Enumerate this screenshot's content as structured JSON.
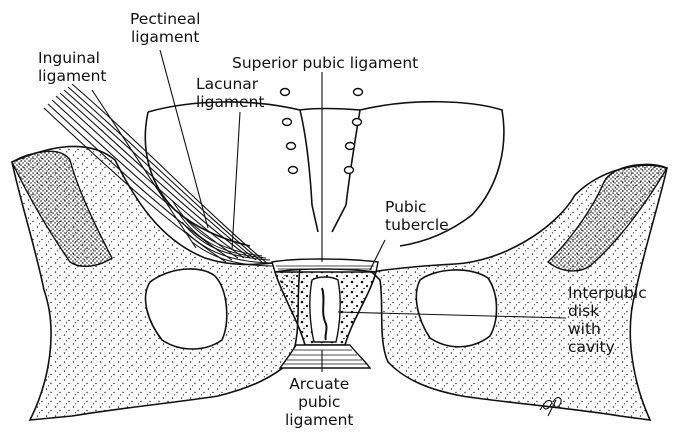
{
  "labels": {
    "pectineal": [
      "Pectineal",
      "ligament"
    ],
    "inguinal": [
      "Inguinal",
      "ligament"
    ],
    "lacunar": [
      "Lacunar",
      "ligament"
    ],
    "superior_pubic": "Superior pubic ligament",
    "pubic_tubercle": [
      "Pubic",
      "tubercle"
    ],
    "interpubic_disk": [
      "Interpubic",
      "disk",
      "with",
      "cavity"
    ],
    "arcuate": [
      "Arcuate",
      "pubic",
      "ligament"
    ]
  },
  "signature": "dp",
  "colors": {
    "ink": "#111111",
    "background": "#ffffff"
  }
}
